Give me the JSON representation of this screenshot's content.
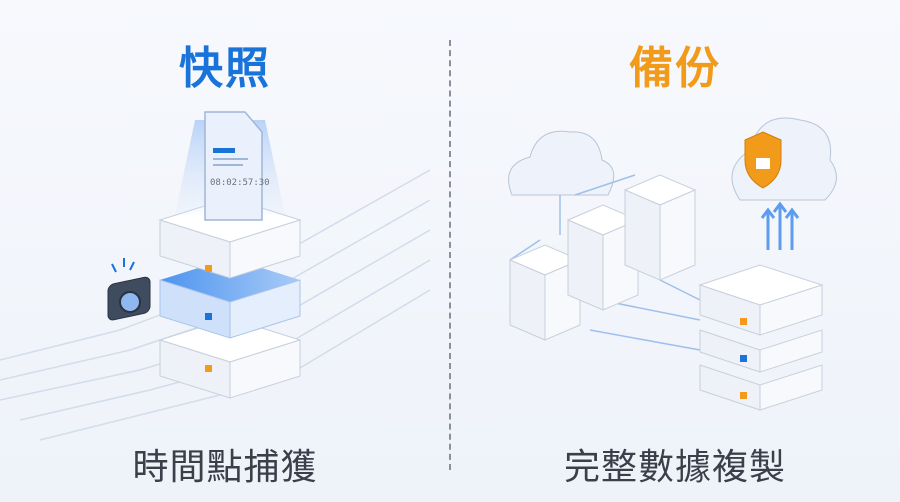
{
  "left": {
    "title": "快照",
    "caption": "時間點捕獲",
    "timestamp": "08:02:57:30"
  },
  "right": {
    "title": "備份",
    "caption": "完整數據複製"
  },
  "colors": {
    "blue": "#1a73d9",
    "orange": "#f29a1a",
    "text": "#3a3f4a"
  }
}
